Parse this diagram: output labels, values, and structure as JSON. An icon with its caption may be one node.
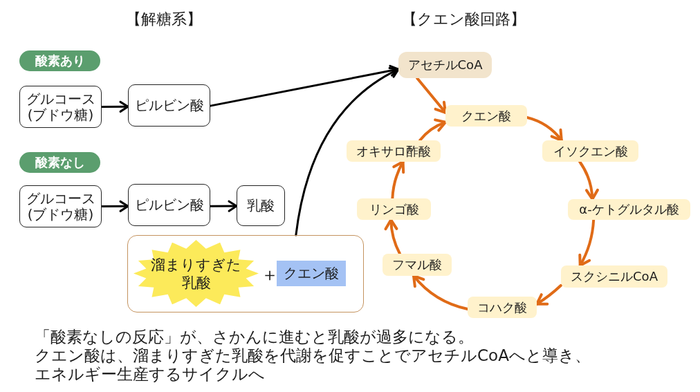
{
  "diagram": {
    "nodes": [
      {
        "text": [
          "酸素あり"
        ]
      },
      {
        "text": [
          "グルコース(ブドウ糖)"
        ]
      },
      {
        "text": [
          "ピルビン酸"
        ]
      },
      {
        "text": [
          "酸素なし"
        ]
      },
      {
        "text": [
          "グルコース(ブドウ糖)"
        ]
      },
      {
        "text": [
          "ピルビン酸"
        ]
      },
      {
        "text": [
          "乳酸"
        ]
      },
      {
        "text": [
          "＋"
        ]
      },
      {
        "text": [
          "溜まりすぎた乳酸"
        ],
        "in": 7
      },
      {
        "text": [
          "クエン酸"
        ],
        "in": 7
      },
      {
        "text": [
          "アセチルCoA"
        ]
      },
      {
        "text": [
          "クエン酸"
        ]
      },
      {
        "text": [
          "イソクエン酸"
        ]
      },
      {
        "text": [
          "α-ケトグルタル酸"
        ]
      },
      {
        "text": [
          "スクシニルCoA"
        ]
      },
      {
        "text": [
          "コハク酸"
        ]
      },
      {
        "text": [
          "フマル酸"
        ]
      },
      {
        "text": [
          "リンゴ酸"
        ]
      },
      {
        "text": [
          "オキサロ酢酸"
        ]
      }
    ],
    "edges": [
      {
        "from": 1,
        "to": 2,
        "arrow": "to",
        "color": "#000000"
      },
      {
        "from": 2,
        "to": 10,
        "arrow": "to",
        "color": "#000000"
      },
      {
        "from": 4,
        "to": 5,
        "arrow": "to",
        "color": "#000000"
      },
      {
        "from": 5,
        "to": 6,
        "arrow": "to",
        "color": "#000000"
      },
      {
        "from": 7,
        "to": 10,
        "arrow": "to",
        "color": "#000000"
      },
      {
        "from": 10,
        "to": 11,
        "arrow": "to"
      },
      {
        "from": 11,
        "to": 12,
        "arrow": "to"
      },
      {
        "from": 12,
        "to": 13,
        "arrow": "to"
      },
      {
        "from": 13,
        "to": 14,
        "arrow": "to"
      },
      {
        "from": 14,
        "to": 15,
        "arrow": "to"
      },
      {
        "from": 15,
        "to": 16,
        "arrow": "to"
      },
      {
        "from": 16,
        "to": 17,
        "arrow": "to"
      },
      {
        "from": 17,
        "to": 18,
        "arrow": "to"
      },
      {
        "from": 18,
        "to": 11,
        "arrow": "to"
      }
    ],
    "labels": [
      "【解糖系】",
      "【クエン酸回路】",
      "「酸素なしの反応」が、さかんに進むと乳酸が過多になる。",
      "クエン酸は、溜まりすぎた乳酸を代謝を促すことでアセチルCoAへと導き、エネルギー生産するサイクルへ"
    ]
  }
}
